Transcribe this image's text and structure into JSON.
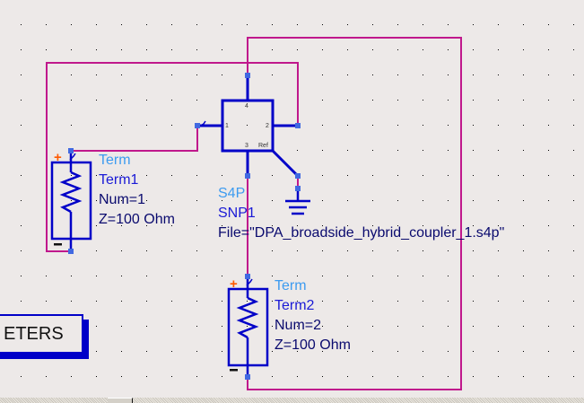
{
  "schematic": {
    "s4p": {
      "type_label": "S4P",
      "instance_name": "SNP1",
      "file_param": "File=\"DPA_broadside_hybrid_coupler_1.s4p\"",
      "pins": [
        "1",
        "2",
        "3",
        "4",
        "Ref"
      ]
    },
    "term1": {
      "type_label": "Term",
      "instance_name": "Term1",
      "num_param": "Num=1",
      "z_param": "Z=100 Ohm",
      "plus": "+",
      "minus": "−"
    },
    "term2": {
      "type_label": "Term",
      "instance_name": "Term2",
      "num_param": "Num=2",
      "z_param": "Z=100 Ohm",
      "plus": "+",
      "minus": "−"
    },
    "parameters_block_text": "ETERS"
  },
  "colors": {
    "background": "#ede9e8",
    "wire": "#c0188c",
    "component": "#0000c8",
    "pin": "#4169e1",
    "type_label": "#3d9bf0",
    "instance_label": "#1a1ad6",
    "plus_sign": "#ff5a00"
  }
}
